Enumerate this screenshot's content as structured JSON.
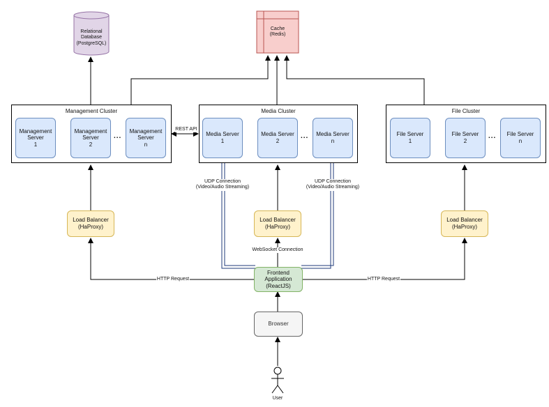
{
  "database": {
    "label": "Relational\nDatabase\n(PostgreSQL)"
  },
  "cache": {
    "label": "Cache\n(Redis)"
  },
  "clusters": {
    "management": {
      "title": "Management Cluster",
      "servers": [
        "Management\nServer\n1",
        "Management\nServer\n2",
        "Management\nServer\nn"
      ],
      "dots": "..."
    },
    "media": {
      "title": "Media Cluster",
      "servers": [
        "Media Server\n1",
        "Media Server\n2",
        "Media Server\nn"
      ],
      "dots": "..."
    },
    "file": {
      "title": "File Cluster",
      "servers": [
        "File Server\n1",
        "File Server\n2",
        "File Server\nn"
      ],
      "dots": "..."
    }
  },
  "load_balancers": {
    "management": "Load Balancer\n(HaProxy)",
    "media": "Load Balancer\n(HaProxy)",
    "file": "Load Balancer\n(HaProxy)"
  },
  "frontend": {
    "label": "Frontend Application\n(ReactJS)"
  },
  "browser": {
    "label": "Browser"
  },
  "user": {
    "label": "User"
  },
  "edges": {
    "rest_api": "REST API",
    "udp_left": "UDP Connection\n(Video/Audio Streaming)",
    "udp_right": "UDP Connection\n(Video/Audio Streaming)",
    "websocket": "WebSocket Connection",
    "http_left": "HTTP Request",
    "http_right": "HTTP Request"
  },
  "colors": {
    "server_fill": "#dae8fc",
    "server_stroke": "#6c8ebf",
    "lb_fill": "#fff2cc",
    "lb_stroke": "#d6b656",
    "frontend_fill": "#d5e8d4",
    "frontend_stroke": "#82b366",
    "cache_fill": "#f8cecc",
    "cache_stroke": "#b85450",
    "db_fill": "#e1d5e7",
    "db_stroke": "#9673a6",
    "browser_fill": "#f5f5f5",
    "udp_line": "#1f3a7a"
  }
}
